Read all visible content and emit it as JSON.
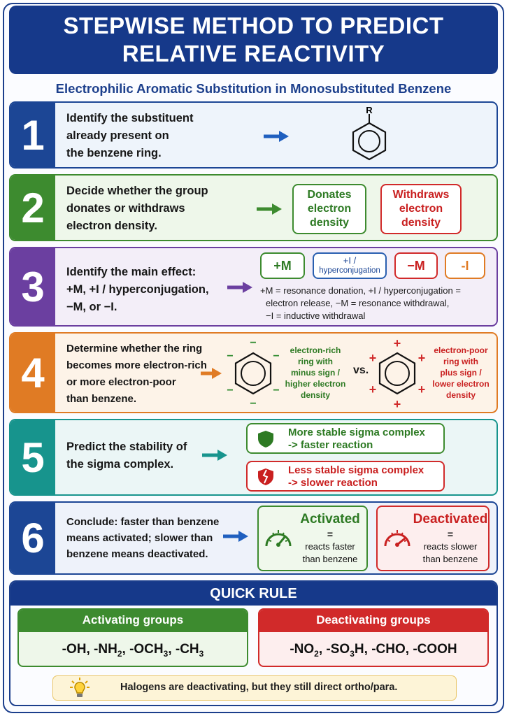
{
  "title": {
    "line1": "STEPWISE METHOD TO PREDICT",
    "line2": "RELATIVE REACTIVITY"
  },
  "subtitle": "Electrophilic Aromatic Substitution in Monosubstituted Benzene",
  "steps": [
    {
      "number": "1",
      "lines": [
        "Identify the substituent",
        "already present on",
        "the benzene ring."
      ],
      "ring_label": "R"
    },
    {
      "number": "2",
      "lines": [
        "Decide whether the group",
        "donates or withdraws",
        "electron density."
      ],
      "donates": [
        "Donates",
        "electron",
        "density"
      ],
      "withdraws": [
        "Withdraws",
        "electron",
        "density"
      ]
    },
    {
      "number": "3",
      "lines": [
        "Identify the main effect:",
        "+M, +I / hyperconjugation,",
        "−M, or −I."
      ],
      "badges": {
        "plus_m": "+M",
        "plus_i": "+I /",
        "plus_i_sub": "hyperconjugation",
        "minus_m": "−M",
        "minus_i": "-I"
      },
      "legend": [
        "+M = resonance donation, +I / hyperconjugation =",
        "electron release, −M = resonance withdrawal,",
        "−I = inductive withdrawal"
      ]
    },
    {
      "number": "4",
      "lines": [
        "Determine whether the ring",
        "becomes more electron-rich",
        "or more electron-poor",
        "than benzene."
      ],
      "rich_label": [
        "electron-rich",
        "ring with",
        "minus sign /",
        "higher electron",
        "density"
      ],
      "vs": "vs.",
      "poor_label": [
        "electron-poor",
        "ring with",
        "plus sign /",
        "lower electron",
        "density"
      ],
      "minus_sign": "−",
      "plus_sign": "+"
    },
    {
      "number": "5",
      "lines": [
        "Predict the stability of",
        "the sigma complex."
      ],
      "more_stable": [
        "More stable sigma complex",
        "-> faster reaction"
      ],
      "less_stable": [
        "Less stable sigma complex",
        "-> slower reaction"
      ]
    },
    {
      "number": "6",
      "lines": [
        "Conclude: faster than benzene",
        "means activated; slower than",
        "benzene means deactivated."
      ],
      "activated": {
        "title": "Activated",
        "eq": "=",
        "lines": [
          "reacts faster",
          "than benzene"
        ]
      },
      "deactivated": {
        "title": "Deactivated",
        "eq": "=",
        "lines": [
          "reacts slower",
          "than benzene"
        ]
      }
    }
  ],
  "quick_rule": {
    "title": "QUICK RULE",
    "activating": {
      "title": "Activating groups",
      "groups": [
        [
          "-OH",
          ""
        ],
        [
          "-NH",
          "2"
        ],
        [
          "-OCH",
          "3"
        ],
        [
          "-CH",
          "3"
        ]
      ]
    },
    "deactivating": {
      "title": "Deactivating groups",
      "groups": [
        [
          "-NO",
          "2"
        ],
        [
          "-SO",
          "3",
          "H"
        ],
        [
          "-CHO",
          ""
        ],
        [
          "-COOH",
          ""
        ]
      ]
    },
    "tip": "Halogens are deactivating, but they still direct ortho/para."
  },
  "colors": {
    "navy": "#16398a",
    "green": "#3d8b2f",
    "purple": "#6b3fa0",
    "orange": "#e07b24",
    "teal": "#17948d",
    "red": "#d12a2a"
  }
}
